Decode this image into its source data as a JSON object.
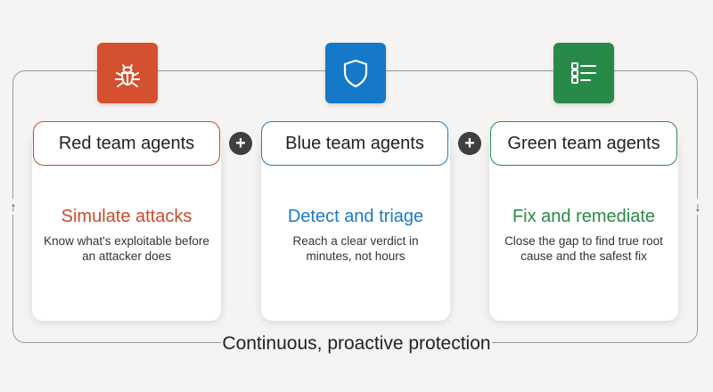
{
  "colors": {
    "red": "#cb4b2a",
    "blue": "#1a7ac8",
    "green": "#2a8a45",
    "red_icon_bg": "#d5502e",
    "blue_icon_bg": "#1578c8",
    "green_icon_bg": "#278a48"
  },
  "teams": [
    {
      "name": "Red team agents",
      "icon": "bug-icon",
      "title": "Simulate attacks",
      "description": "Know what's exploitable before an attacker does"
    },
    {
      "name": "Blue team agents",
      "icon": "shield-icon",
      "title": "Detect and triage",
      "description": "Reach a clear verdict in minutes, not hours"
    },
    {
      "name": "Green team agents",
      "icon": "checklist-icon",
      "title": "Fix and remediate",
      "description": "Close the gap to find true root cause and the safest fix"
    }
  ],
  "connector_symbol": "+",
  "loop": {
    "caption": "Continuous, proactive protection",
    "left_arrow": "↑",
    "right_arrow": "↓"
  }
}
